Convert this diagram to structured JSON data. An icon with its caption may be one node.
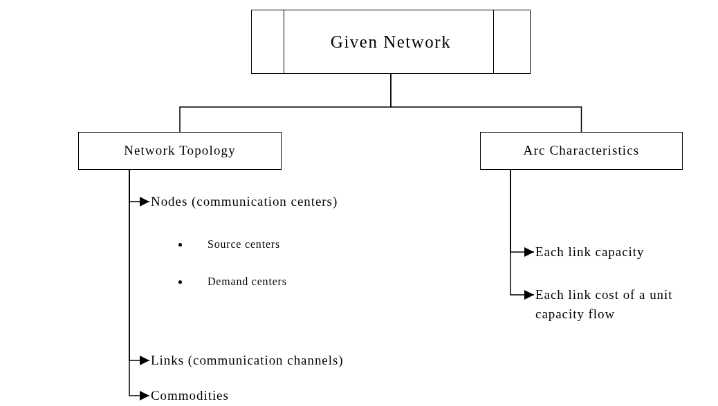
{
  "diagram": {
    "nodes": [
      {
        "text": [
          "Given Network"
        ]
      },
      {
        "text": [
          "Network Topology"
        ]
      },
      {
        "text": [
          "Arc Characteristics"
        ]
      },
      {
        "text": [
          "Nodes (communication centers)"
        ]
      },
      {
        "text": [
          "Links (communication channels)"
        ]
      },
      {
        "text": [
          "Commodities"
        ]
      },
      {
        "text": [
          "Each link capacity"
        ]
      },
      {
        "text": [
          "Each link cost of a unit capacity flow"
        ]
      }
    ],
    "edges": [
      {
        "from": 0,
        "to": 1,
        "arrow": "none"
      },
      {
        "from": 0,
        "to": 2,
        "arrow": "none"
      },
      {
        "from": 1,
        "to": 3,
        "arrow": "to"
      },
      {
        "from": 1,
        "to": 4,
        "arrow": "to"
      },
      {
        "from": 1,
        "to": 5,
        "arrow": "to"
      },
      {
        "from": 2,
        "to": 6,
        "arrow": "to"
      },
      {
        "from": 2,
        "to": 7,
        "arrow": "to"
      }
    ],
    "labels": [
      "Source centers",
      "Demand centers"
    ]
  }
}
